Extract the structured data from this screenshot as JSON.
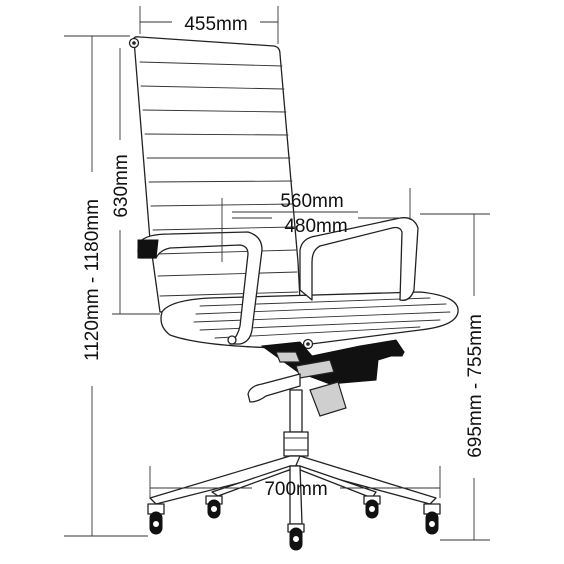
{
  "diagram": {
    "subject": "high-back office chair with dimensions",
    "dimensions": {
      "backrest_width": "455mm",
      "overall_width": "560mm",
      "seat_width": "480mm",
      "backrest_height": "630mm",
      "overall_height": "1120mm - 1180mm",
      "seat_height": "695mm - 755mm",
      "base_diameter": "700mm"
    },
    "colors": {
      "outline": "#222222",
      "mechanism": "#111111",
      "chrome": "#cfcfcf",
      "background": "#ffffff"
    }
  }
}
